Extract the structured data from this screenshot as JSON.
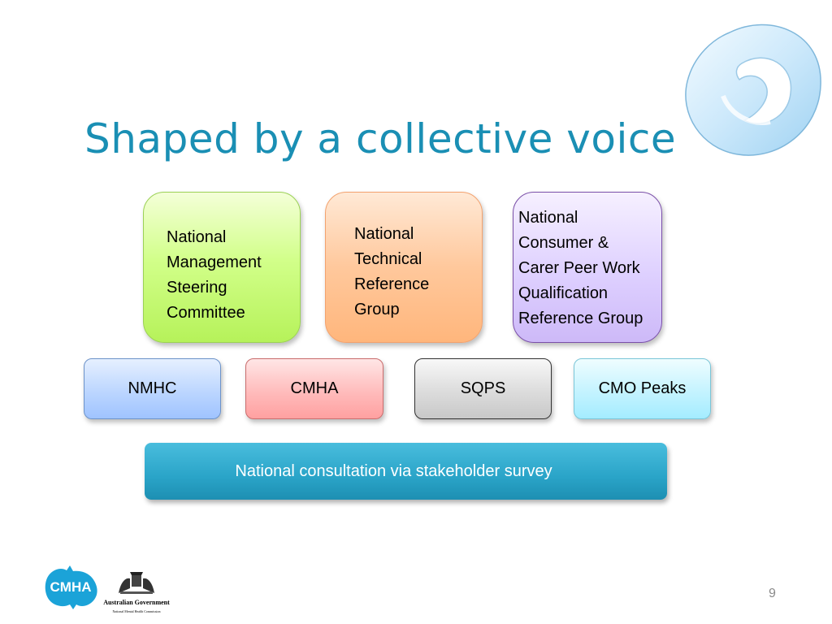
{
  "slide": {
    "title": "Shaped by a collective voice",
    "page_number": "9"
  },
  "groups": [
    {
      "lines": [
        "National",
        "Management",
        "Steering",
        "Committee"
      ]
    },
    {
      "lines": [
        "National",
        "Technical",
        "Reference",
        "Group"
      ]
    },
    {
      "lines": [
        "National",
        "Consumer &",
        "Carer Peer Work",
        "Qualification",
        "Reference Group"
      ]
    }
  ],
  "partners": [
    "NMHC",
    "CMHA",
    "SQPS",
    "CMO Peaks"
  ],
  "consultation": "National consultation via stakeholder survey",
  "logos": {
    "cmha": "CMHA",
    "gov_name": "Australian Government",
    "gov_sub": "National Mental Health Commission"
  },
  "colors": {
    "title": "#1a8fb4",
    "green": "#d2ff8a",
    "orange": "#ffc89c",
    "purple": "#ded0ff",
    "nmhc": "#bcd6ff",
    "cmha": "#ffbcbc",
    "sqps": "#dcdcdc",
    "cmo_peaks": "#c4f3ff",
    "consultation": "#2aa4c8"
  }
}
